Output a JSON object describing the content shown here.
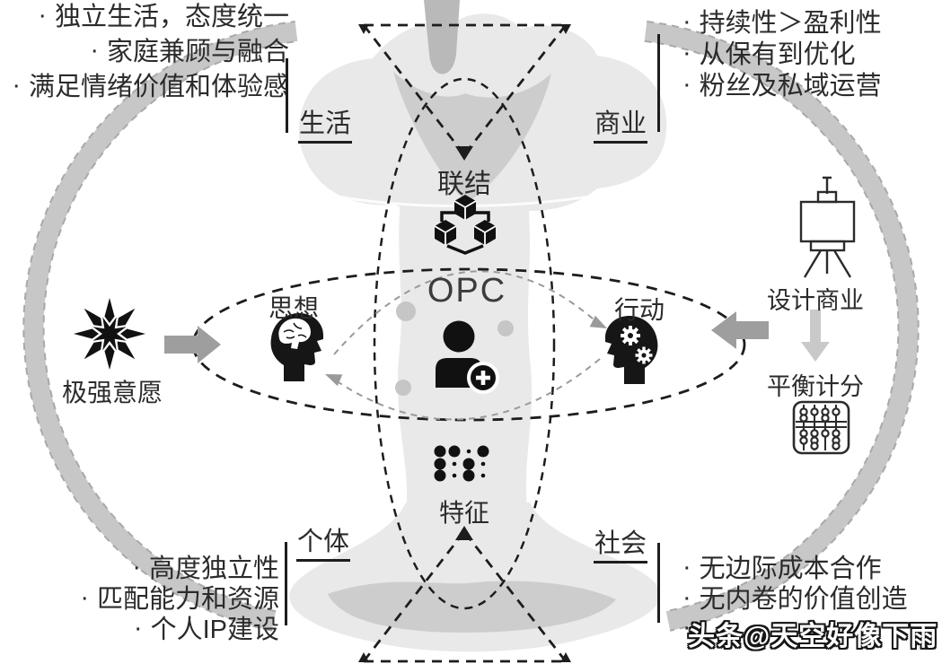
{
  "bullet_char": "·",
  "quadrants": {
    "life": {
      "label": "生活",
      "bullets": [
        "独立生活，态度统一",
        "家庭兼顾与融合",
        "满足情绪价值和体验感"
      ]
    },
    "business": {
      "label": "商业",
      "bullets": [
        "持续性＞盈利性",
        "从保有到优化",
        "粉丝及私域运营"
      ]
    },
    "individual": {
      "label": "个体",
      "bullets": [
        "高度独立性",
        "匹配能力和资源",
        "个人IP建设"
      ]
    },
    "society": {
      "label": "社会",
      "bullets": [
        "无边际成本合作",
        "无内卷的价值创造"
      ]
    }
  },
  "center": {
    "top_node": "联结",
    "core": "OPC",
    "bottom_node": "特征",
    "left_node": "思想",
    "right_node": "行动"
  },
  "left_flow": {
    "label": "极强意愿"
  },
  "right_flow": {
    "steps": [
      "设计商业",
      "平衡计分"
    ]
  },
  "watermark": {
    "text": "头条@天空好像下雨"
  },
  "icons": {
    "connect": "cubes-network-icon",
    "core": "add-person-icon",
    "traits": "braille-dots-icon",
    "will": "starburst-icon",
    "thought": "brain-head-icon",
    "action": "gear-head-icon",
    "design": "easel-icon",
    "score": "abacus-icon"
  },
  "colors": {
    "ring": "#c7c7c7",
    "ring_edge": "#a9a9a9",
    "silhouette": "#e9e9e9",
    "silhouette_dark": "#cdcdcd",
    "arrow_gray": "#9e9e9e",
    "arrow_light": "#c9c9c9",
    "dash_black": "#1d1d1d",
    "dash_gray": "#9a9a9a",
    "text": "#2b2b2b"
  }
}
